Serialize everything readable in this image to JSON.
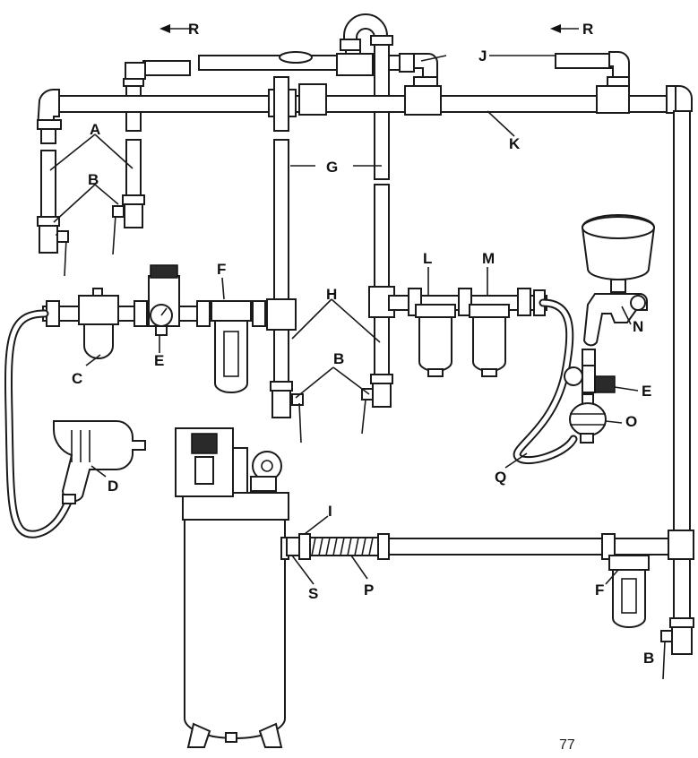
{
  "labels": {
    "A": "A",
    "B": "B",
    "C": "C",
    "D": "D",
    "E": "E",
    "F": "F",
    "G": "G",
    "H": "H",
    "I": "I",
    "J": "J",
    "K": "K",
    "L": "L",
    "M": "M",
    "N": "N",
    "O": "O",
    "P": "P",
    "Q": "Q",
    "R": "R",
    "S": "S"
  },
  "page_number": "77"
}
